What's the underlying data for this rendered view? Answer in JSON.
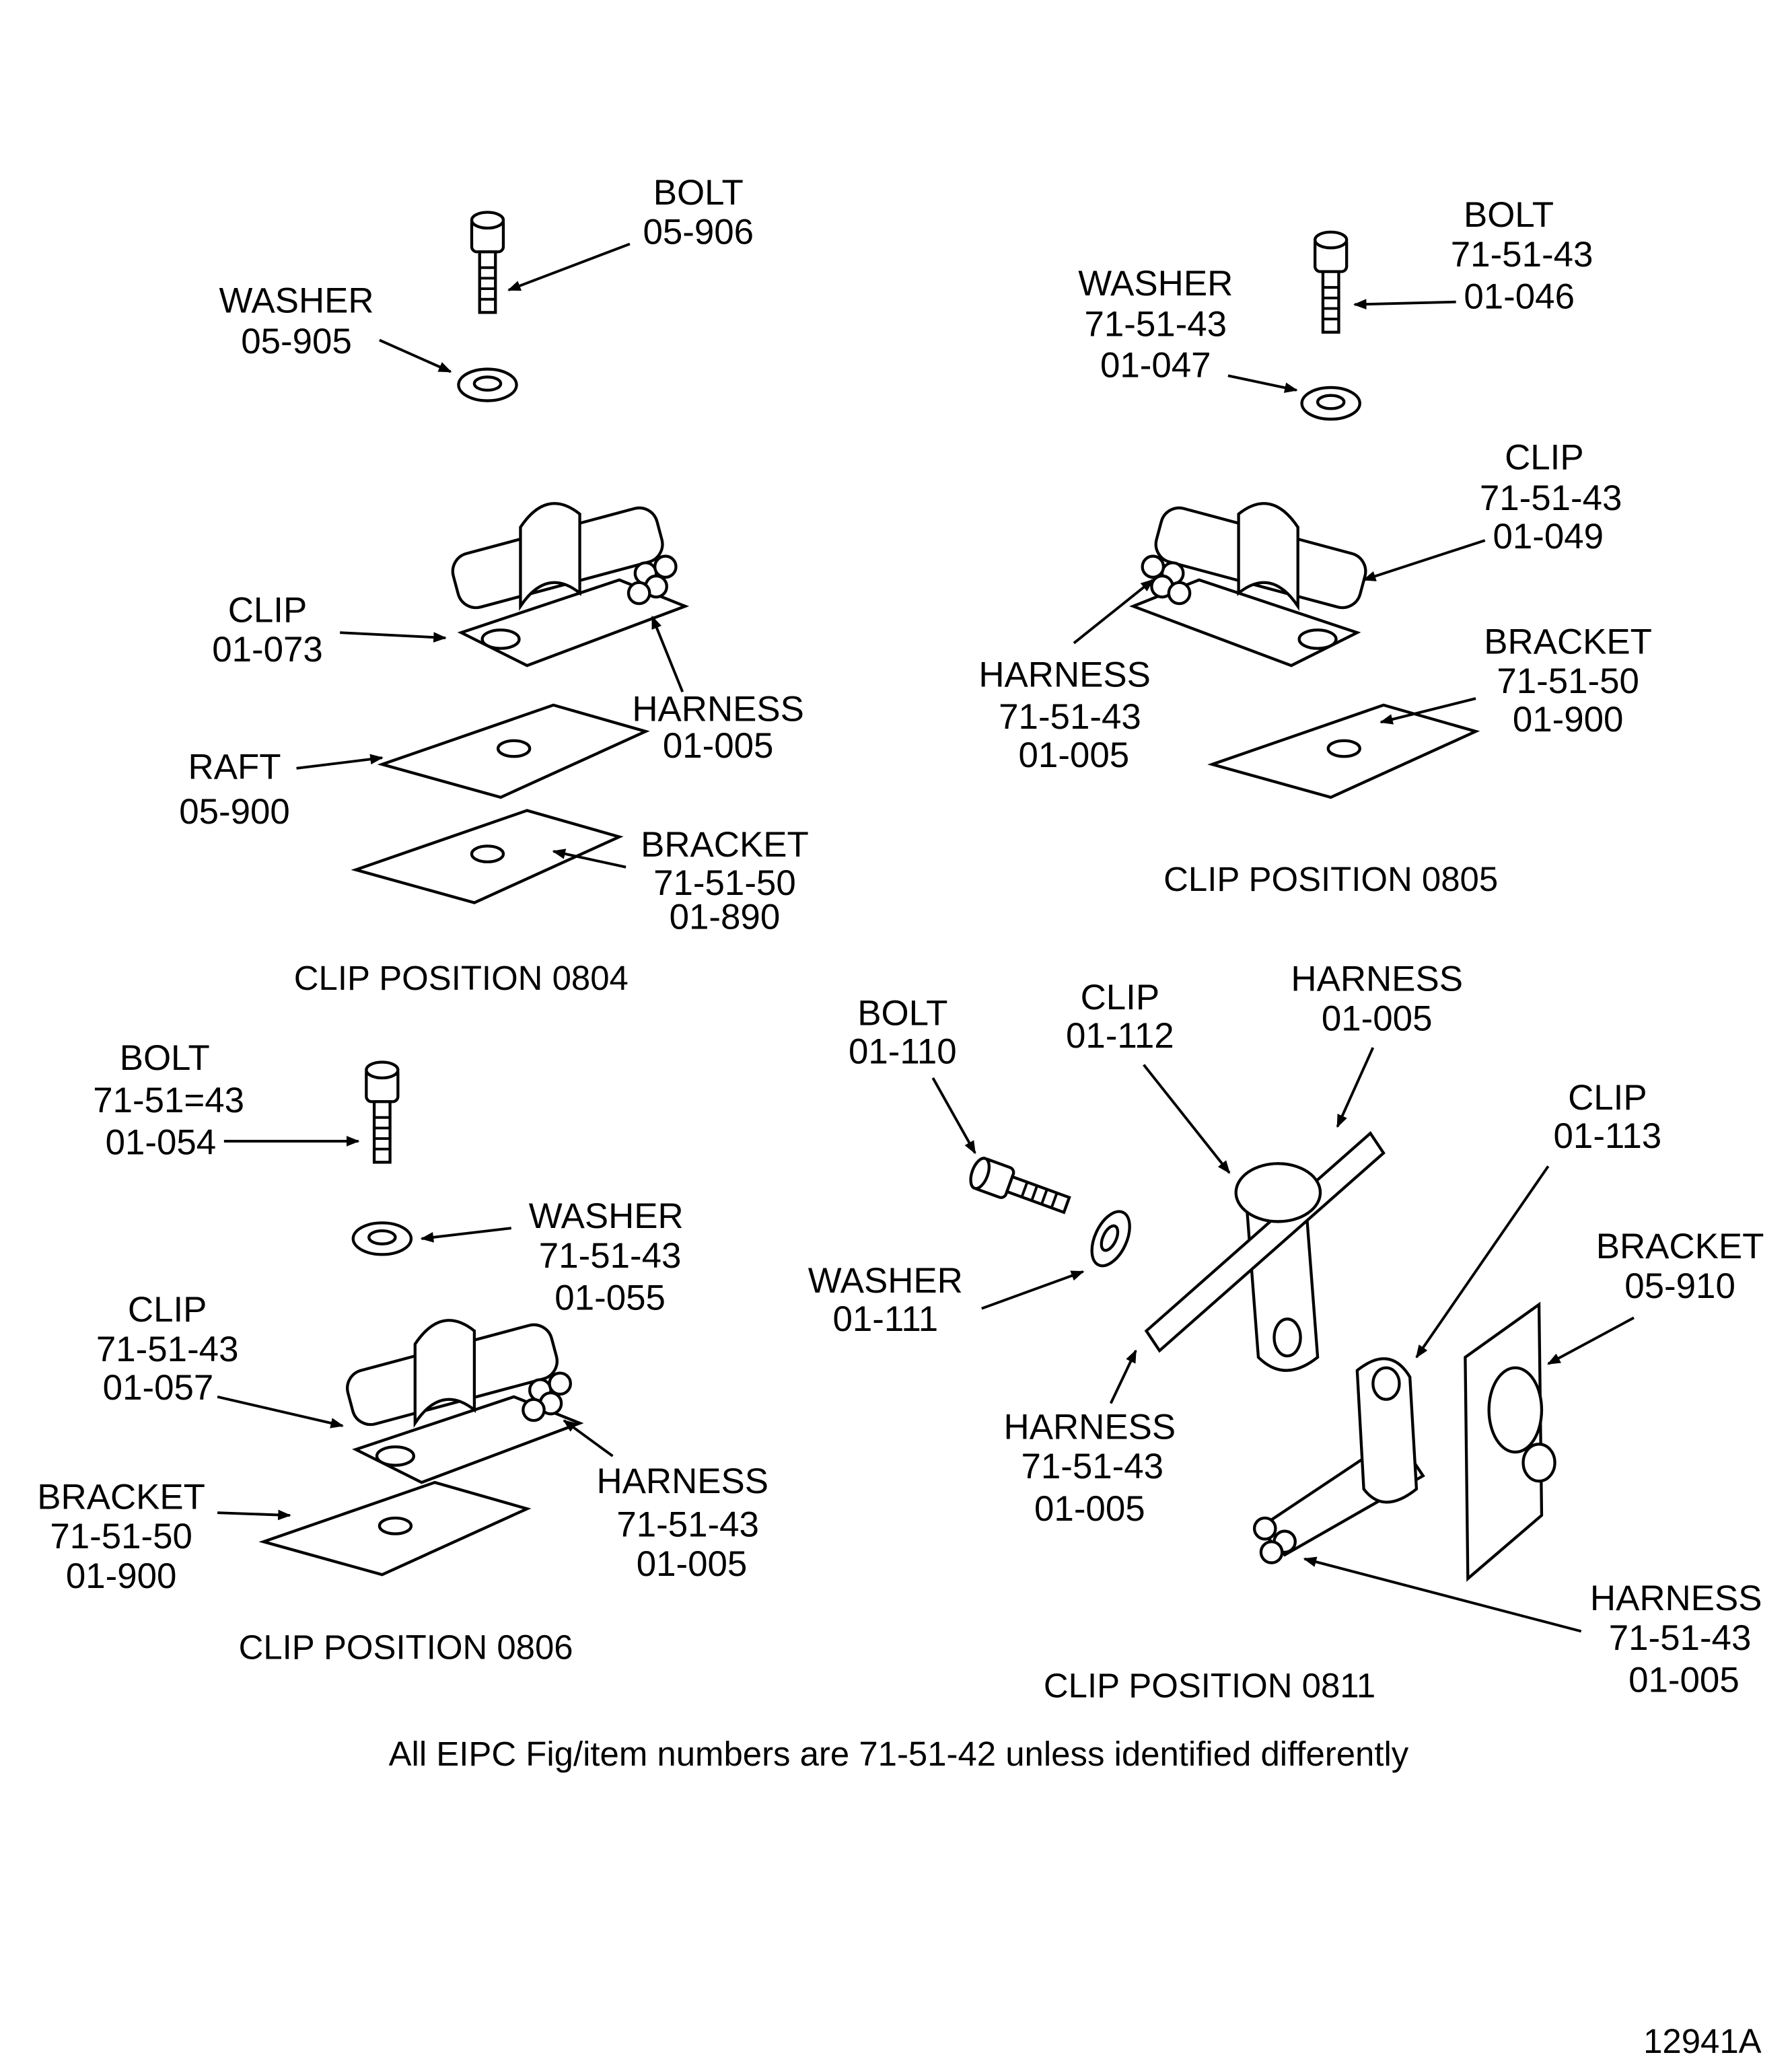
{
  "groups": {
    "p0804": {
      "caption": "CLIP POSITION 0804",
      "bolt": [
        "BOLT",
        "05-906"
      ],
      "washer": [
        "WASHER",
        "05-905"
      ],
      "clip": [
        "CLIP",
        "01-073"
      ],
      "harness": [
        "HARNESS",
        "01-005"
      ],
      "raft": [
        "RAFT",
        "05-900"
      ],
      "bracket": [
        "BRACKET",
        "71-51-50",
        "01-890"
      ]
    },
    "p0805": {
      "caption": "CLIP POSITION 0805",
      "bolt": [
        "BOLT",
        "71-51-43",
        "01-046"
      ],
      "washer": [
        "WASHER",
        "71-51-43",
        "01-047"
      ],
      "clip": [
        "CLIP",
        "71-51-43",
        "01-049"
      ],
      "harness": [
        "HARNESS",
        "71-51-43",
        "01-005"
      ],
      "bracket": [
        "BRACKET",
        "71-51-50",
        "01-900"
      ]
    },
    "p0806": {
      "caption": "CLIP POSITION 0806",
      "bolt": [
        "BOLT",
        "71-51=43",
        "01-054"
      ],
      "washer": [
        "WASHER",
        "71-51-43",
        "01-055"
      ],
      "clip": [
        "CLIP",
        "71-51-43",
        "01-057"
      ],
      "bracket": [
        "BRACKET",
        "71-51-50",
        "01-900"
      ],
      "harness": [
        "HARNESS",
        "71-51-43",
        "01-005"
      ]
    },
    "p0811": {
      "caption": "CLIP POSITION 0811",
      "bolt": [
        "BOLT",
        "01-110"
      ],
      "clip_a": [
        "CLIP",
        "01-112"
      ],
      "harness_a": [
        "HARNESS",
        "01-005"
      ],
      "clip_b": [
        "CLIP",
        "01-113"
      ],
      "bracket": [
        "BRACKET",
        "05-910"
      ],
      "washer": [
        "WASHER",
        "01-111"
      ],
      "harness_b": [
        "HARNESS",
        "71-51-43",
        "01-005"
      ],
      "harness_c": [
        "HARNESS",
        "71-51-43",
        "01-005"
      ]
    }
  },
  "note": "All EIPC Fig/item numbers are 71-51-42 unless identified differently",
  "figure_id": "12941A"
}
